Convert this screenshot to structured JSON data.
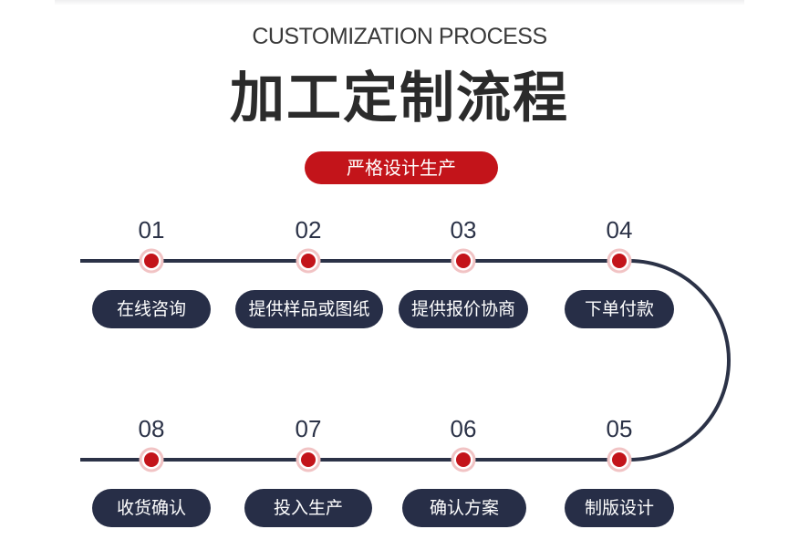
{
  "header": {
    "subtitle": "CUSTOMIZATION PROCESS",
    "title": "加工定制流程",
    "badge": "严格设计生产"
  },
  "colors": {
    "accent_red": "#c3141a",
    "pill_navy": "#272e47",
    "line_dark": "#2b3247"
  },
  "steps": [
    {
      "number": "01",
      "label": "在线咨询"
    },
    {
      "number": "02",
      "label": "提供样品或图纸"
    },
    {
      "number": "03",
      "label": "提供报价协商"
    },
    {
      "number": "04",
      "label": "下单付款"
    },
    {
      "number": "05",
      "label": "制版设计"
    },
    {
      "number": "06",
      "label": "确认方案"
    },
    {
      "number": "07",
      "label": "投入生产"
    },
    {
      "number": "08",
      "label": "收货确认"
    }
  ]
}
